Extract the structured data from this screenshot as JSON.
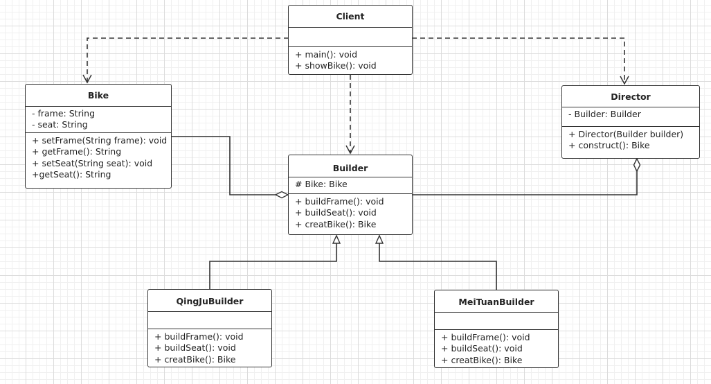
{
  "classes": {
    "client": {
      "name": "Client",
      "attributes": [],
      "operations": [
        "+ main(): void",
        "+ showBike(): void"
      ]
    },
    "bike": {
      "name": "Bike",
      "attributes": [
        "- frame: String",
        "- seat: String"
      ],
      "operations": [
        "+ setFrame(String frame): void",
        "+ getFrame(): String",
        "+ setSeat(String seat): void",
        "+getSeat(): String"
      ]
    },
    "director": {
      "name": "Director",
      "attributes": [
        "- Builder: Builder"
      ],
      "operations": [
        "+ Director(Builder builder)",
        "+ construct(): Bike"
      ]
    },
    "builder": {
      "name": "Builder",
      "attributes": [
        "# Bike: Bike"
      ],
      "operations": [
        "+ buildFrame(): void",
        "+ buildSeat(): void",
        "+ creatBike(): Bike"
      ]
    },
    "qingju": {
      "name": "QingJuBuilder",
      "attributes": [],
      "operations": [
        "+ buildFrame(): void",
        "+ buildSeat(): void",
        "+ creatBike(): Bike"
      ]
    },
    "meituan": {
      "name": "MeiTuanBuilder",
      "attributes": [],
      "operations": [
        "+ buildFrame(): void",
        "+ buildSeat(): void",
        "+ creatBike(): Bike"
      ]
    }
  },
  "relations": [
    {
      "type": "dependency",
      "from": "Client",
      "to": "Bike"
    },
    {
      "type": "dependency",
      "from": "Client",
      "to": "Director"
    },
    {
      "type": "dependency",
      "from": "Client",
      "to": "Builder"
    },
    {
      "type": "aggregation",
      "whole": "Builder",
      "part": "Bike"
    },
    {
      "type": "aggregation",
      "whole": "Director",
      "part": "Builder"
    },
    {
      "type": "generalization",
      "child": "QingJuBuilder",
      "parent": "Builder"
    },
    {
      "type": "generalization",
      "child": "MeiTuanBuilder",
      "parent": "Builder"
    }
  ]
}
